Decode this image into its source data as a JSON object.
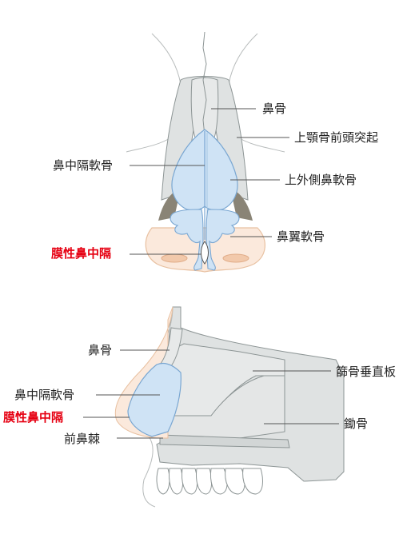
{
  "front_view": {
    "labels": {
      "nasal_bone": "鼻骨",
      "frontal_process": "上顎骨前頭突起",
      "septal_cartilage": "鼻中隔軟骨",
      "upper_lateral_cartilage": "上外側鼻軟骨",
      "alar_cartilage": "鼻翼軟骨",
      "membranous_septum": "膜性鼻中隔"
    }
  },
  "side_view": {
    "labels": {
      "nasal_bone": "鼻骨",
      "ethmoid_plate": "篩骨垂直板",
      "septal_cartilage": "鼻中隔軟骨",
      "membranous_septum": "膜性鼻中隔",
      "vomer": "鋤骨",
      "anterior_nasal_spine": "前鼻棘"
    }
  },
  "colors": {
    "highlight": "#e60012",
    "cartilage_fill": "#cfe3f5",
    "cartilage_stroke": "#7aa7d2",
    "bone_fill": "#dfe2e2",
    "bone_stroke": "#8d9595",
    "skin_fill": "#fbe9dc",
    "skin_stroke": "#e8c0a0",
    "dark_fill": "#8a8476"
  }
}
